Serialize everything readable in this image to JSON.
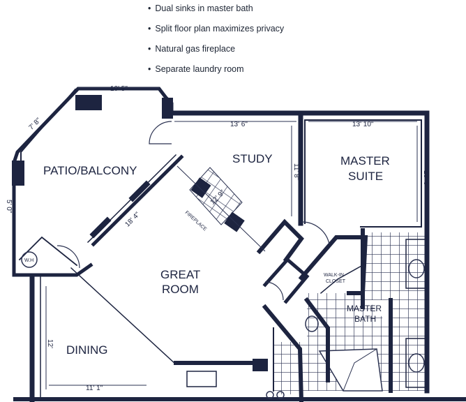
{
  "features": [
    "Dual sinks in master bath",
    "Split floor plan maximizes privacy",
    "Natural gas fireplace",
    "Separate laundry room"
  ],
  "rooms": {
    "patio": "PATIO/BALCONY",
    "study": "STUDY",
    "master_suite_line1": "MASTER",
    "master_suite_line2": "SUITE",
    "great_room_line1": "GREAT",
    "great_room_line2": "ROOM",
    "dining": "DINING",
    "walk_in_closet_line1": "WALK-IN",
    "walk_in_closet_line2": "CLOSET",
    "master_bath_line1": "MASTER",
    "master_bath_line2": "BATH",
    "fireplace": "FIREPLACE",
    "water_heater": "W.H"
  },
  "dimensions": {
    "patio_top": "10' 5\"",
    "patio_diagonal": "7' 8\"",
    "patio_side": "5' 0\"",
    "patio_interior": "18' 4\"",
    "study_width": "13' 6\"",
    "study_depth": "11' 8\"",
    "master_width": "13' 10\"",
    "master_depth": "13' 6\"",
    "fireplace_diag": "12' 9\"",
    "dining_depth": "12'",
    "dining_width": "11' 1\""
  },
  "colors": {
    "wall": "#1d2440",
    "line": "#2a3150",
    "background": "#ffffff"
  }
}
